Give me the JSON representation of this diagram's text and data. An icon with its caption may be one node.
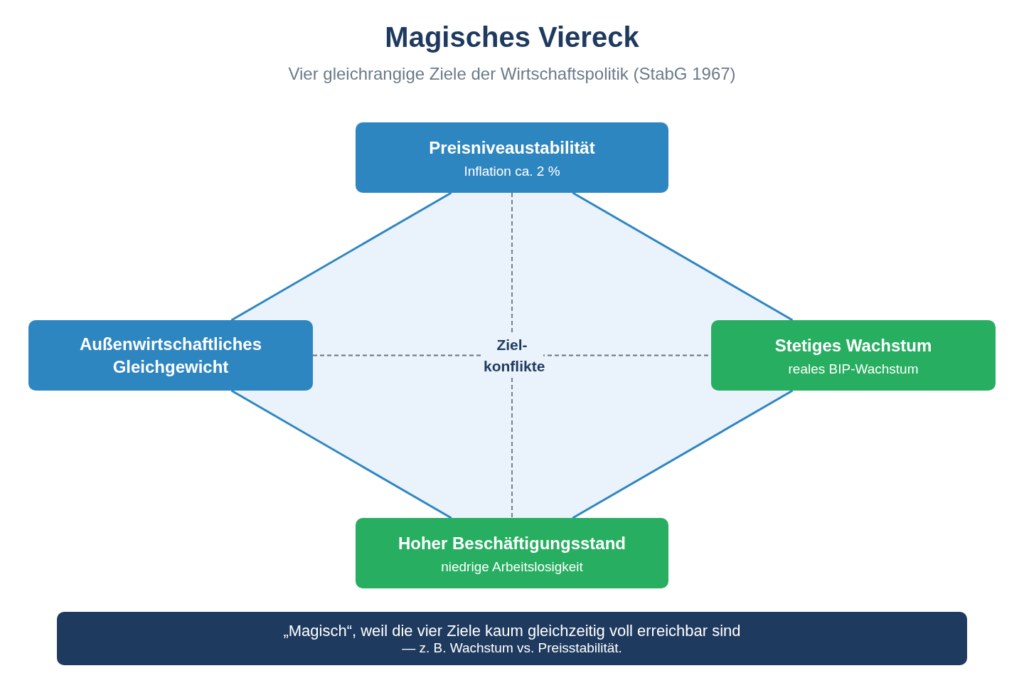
{
  "diagram": {
    "title": "Magisches Viereck",
    "caption": "Vier gleichrangige Ziele der Wirtschaftspolitik (StabG 1967)",
    "nodes": [
      {
        "text": [
          "Preisniveaustabilität",
          "Inflation ca. 2 %"
        ]
      },
      {
        "text": [
          "Außenwirtschaftliches Gleichgewicht"
        ]
      },
      {
        "text": [
          "Stetiges Wachstum",
          "reales BIP-Wachstum"
        ]
      },
      {
        "text": [
          "Hoher Beschäftigungsstand",
          "niedrige Arbeitslosigkeit"
        ]
      },
      {
        "text": [
          "„Magisch“, weil die vier Ziele kaum gleichzeitig voll erreichbar sind",
          "— z. B. Wachstum vs. Preisstabilität."
        ]
      }
    ],
    "edges": [
      {
        "from": 0,
        "to": 1,
        "arrow": "none"
      },
      {
        "from": 0,
        "to": 2,
        "arrow": "none"
      },
      {
        "from": 1,
        "to": 3,
        "arrow": "none"
      },
      {
        "from": 2,
        "to": 3,
        "arrow": "none"
      },
      {
        "from": 0,
        "to": 3,
        "arrow": "none",
        "style": "dashed",
        "color": "#6b7280"
      },
      {
        "from": 1,
        "to": 2,
        "arrow": "none",
        "style": "dashed",
        "color": "#6b7280"
      }
    ],
    "labels": [
      "Ziel- konflikte"
    ]
  }
}
